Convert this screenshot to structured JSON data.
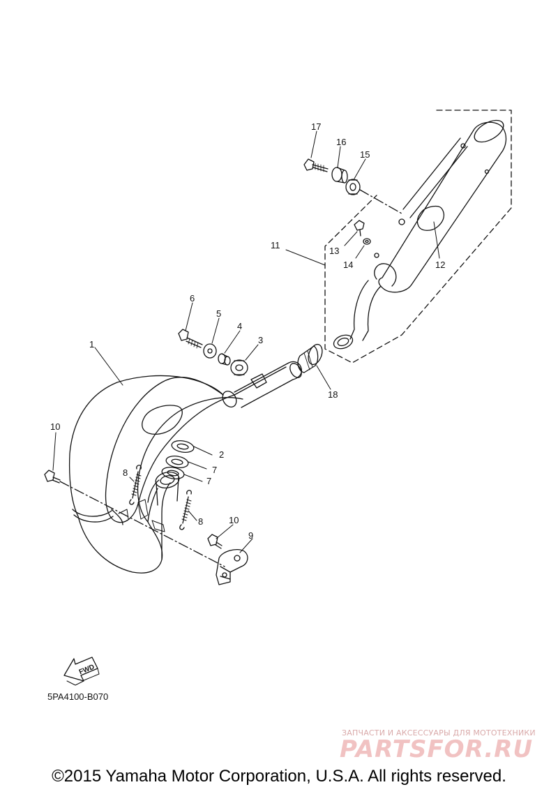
{
  "diagram": {
    "callouts": [
      {
        "id": "17",
        "label": "17"
      },
      {
        "id": "16",
        "label": "16"
      },
      {
        "id": "15",
        "label": "15"
      },
      {
        "id": "11",
        "label": "11"
      },
      {
        "id": "13",
        "label": "13"
      },
      {
        "id": "14",
        "label": "14"
      },
      {
        "id": "12",
        "label": "12"
      },
      {
        "id": "6",
        "label": "6"
      },
      {
        "id": "5",
        "label": "5"
      },
      {
        "id": "4",
        "label": "4"
      },
      {
        "id": "3",
        "label": "3"
      },
      {
        "id": "1",
        "label": "1"
      },
      {
        "id": "18",
        "label": "18"
      },
      {
        "id": "10a",
        "label": "10"
      },
      {
        "id": "2",
        "label": "2"
      },
      {
        "id": "7a",
        "label": "7"
      },
      {
        "id": "7b",
        "label": "7"
      },
      {
        "id": "8a",
        "label": "8"
      },
      {
        "id": "8b",
        "label": "8"
      },
      {
        "id": "10b",
        "label": "10"
      },
      {
        "id": "9",
        "label": "9"
      }
    ],
    "fwd_label": "FWD",
    "diagram_code": "5PA4100-B070"
  },
  "watermark": {
    "tagline": "ЗАПЧАСТИ И АКСЕССУАРЫ ДЛЯ МОТОТЕХНИКИ",
    "brand": "PARTSFOR.RU"
  },
  "footer": {
    "copyright": "©2015 Yamaha Motor Corporation, U.S.A. All rights reserved."
  }
}
